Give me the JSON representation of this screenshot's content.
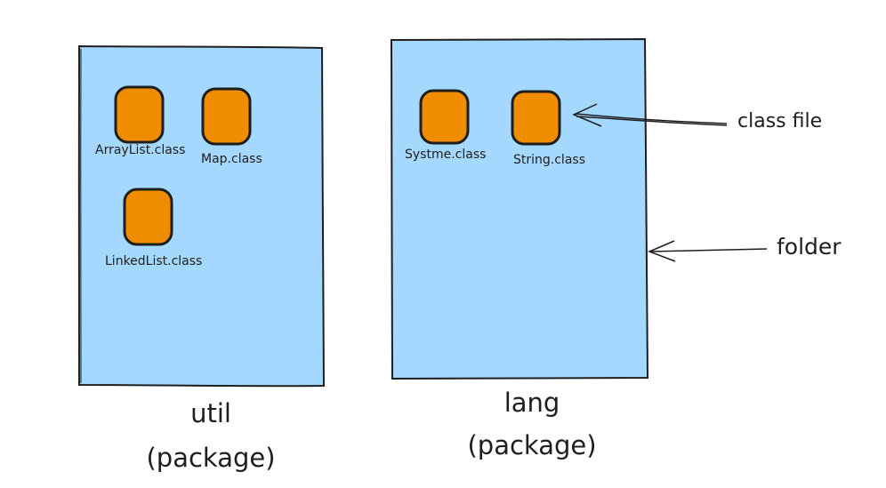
{
  "packages": [
    {
      "id": "util",
      "name": "util",
      "kind": "(package)",
      "files": [
        "ArrayList.class",
        "Map.class",
        "LinkedList.class"
      ]
    },
    {
      "id": "lang",
      "name": "lang",
      "kind": "(package)",
      "files": [
        "Systme.class",
        "String.class"
      ]
    }
  ],
  "callouts": {
    "class_file": "class file",
    "folder": "folder"
  },
  "colors": {
    "folder_fill": "#a5d8ff",
    "file_fill": "#f08c00",
    "stroke": "#1e1e1e"
  }
}
